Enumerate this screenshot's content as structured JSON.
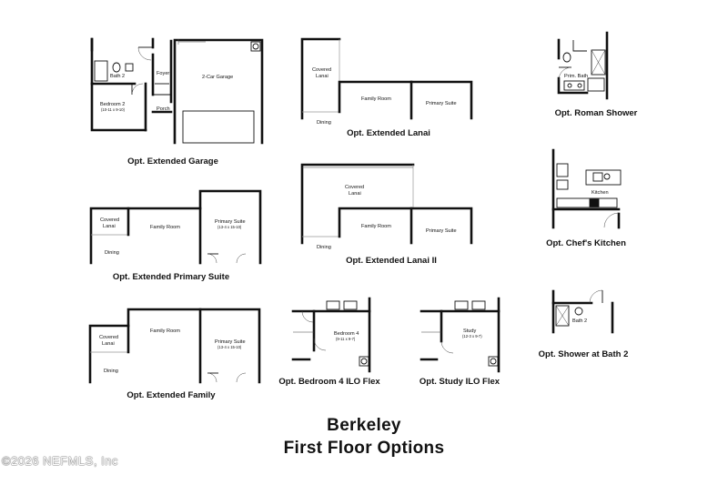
{
  "title": {
    "line1": "Berkeley",
    "line2": "First Floor Options"
  },
  "watermark": "©2026 NEFMLS, Inc",
  "plans": {
    "extended_garage": {
      "caption": "Opt. Extended Garage",
      "rooms": [
        "Bath 2",
        "Foyer",
        "2-Car Garage",
        "Bedroom 2",
        "Porch"
      ],
      "dims": [
        "(10-11 x 9-10)"
      ]
    },
    "extended_lanai": {
      "caption": "Opt. Extended Lanai",
      "rooms": [
        "Covered",
        "Lanai",
        "Family Room",
        "Primary Suite",
        "Dining"
      ]
    },
    "roman_shower": {
      "caption": "Opt. Roman Shower",
      "rooms": [
        "Prim. Bath"
      ]
    },
    "extended_lanai_2": {
      "caption": "Opt. Extended Lanai II",
      "rooms": [
        "Covered",
        "Lanai",
        "Family Room",
        "Primary Suite",
        "Dining"
      ]
    },
    "chefs_kitchen": {
      "caption": "Opt. Chef's Kitchen",
      "rooms": [
        "Kitchen"
      ]
    },
    "extended_primary_suite": {
      "caption": "Opt. Extended Primary Suite",
      "rooms": [
        "Covered",
        "Lanai",
        "Family Room",
        "Primary Suite",
        "Dining"
      ],
      "dims": [
        "(13-4 x 15-10)"
      ]
    },
    "extended_family": {
      "caption": "Opt. Extended Family",
      "rooms": [
        "Covered",
        "Lanai",
        "Family Room",
        "Primary Suite",
        "Dining"
      ],
      "dims": [
        "(13-4 x 15-10)"
      ]
    },
    "bedroom4_ilo_flex": {
      "caption": "Opt. Bedroom 4 ILO Flex",
      "rooms": [
        "Bedroom 4"
      ],
      "dims": [
        "(9-11 x 9-7)"
      ]
    },
    "study_ilo_flex": {
      "caption": "Opt. Study ILO Flex",
      "rooms": [
        "Study"
      ],
      "dims": [
        "(12-3 x 9-7)"
      ]
    },
    "shower_bath2": {
      "caption": "Opt. Shower at Bath 2",
      "rooms": [
        "Bath 2"
      ]
    }
  }
}
